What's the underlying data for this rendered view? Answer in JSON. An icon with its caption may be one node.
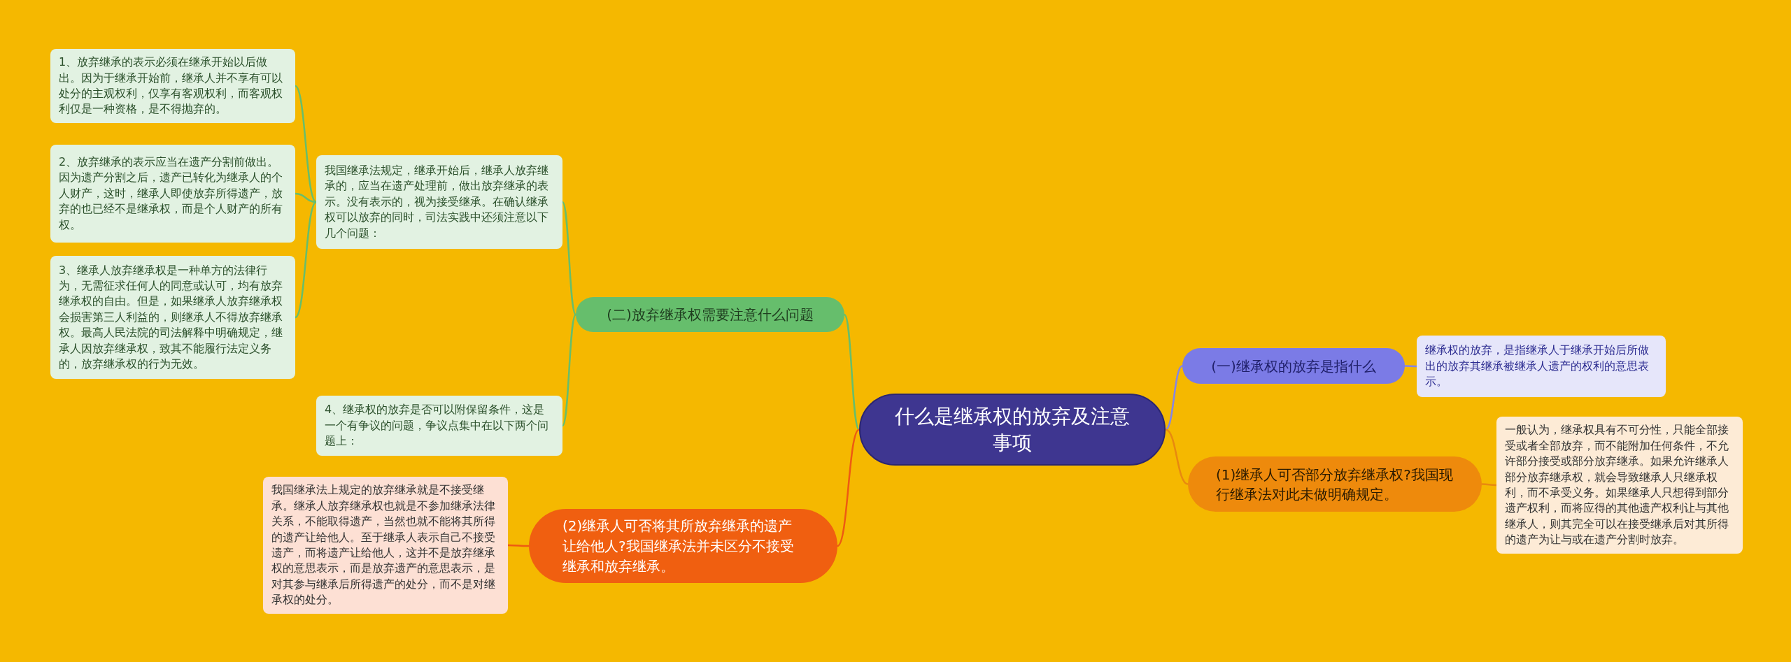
{
  "diagram": {
    "nodes": [
      {
        "text": [
          "什么是继承权的放弃及注意事项"
        ]
      },
      {
        "text": [
          "(一)继承权的放弃是指什么"
        ]
      },
      {
        "text": [
          "继承权的放弃，是指继承人于继承开始后所做出的放弃其继承被继承人遗产的权利的意思表示。"
        ]
      },
      {
        "text": [
          "(1)继承人可否部分放弃继承权?我国现行继承法对此未做明确规定。"
        ]
      },
      {
        "text": [
          "一般认为，继承权具有不可分性，只能全部接受或者全部放弃，而不能附加任何条件，不允许部分接受或部分放弃继承。如果允许继承人部分放弃继承权，就会导致继承人只继承权利，而不承受义务。如果继承人只想得到部分遗产权利，而将应得的其他遗产权利让与其他继承人，则其完全可以在接受继承后对其所得的遗产为让与或在遗产分割时放弃。"
        ]
      },
      {
        "text": [
          "(二)放弃继承权需要注意什么问题"
        ]
      },
      {
        "text": [
          "我国继承法规定，继承开始后，继承人放弃继承的，应当在遗产处理前，做出放弃继承的表示。没有表示的，视为接受继承。在确认继承权可以放弃的同时，司法实践中还须注意以下几个问题："
        ]
      },
      {
        "text": [
          "1、放弃继承的表示必须在继承开始以后做出。因为于继承开始前，继承人并不享有可以处分的主观权利，仅享有客观权利，而客观权利仅是一种资格，是不得抛弃的。"
        ]
      },
      {
        "text": [
          "2、放弃继承的表示应当在遗产分割前做出。因为遗产分割之后，遗产已转化为继承人的个人财产，这时，继承人即使放弃所得遗产，放弃的也已经不是继承权，而是个人财产的所有权。"
        ]
      },
      {
        "text": [
          "3、继承人放弃继承权是一种单方的法律行为，无需征求任何人的同意或认可，均有放弃继承权的自由。但是，如果继承人放弃继承权会损害第三人利益的，则继承人不得放弃继承权。最高人民法院的司法解释中明确规定，继承人因放弃继承权，致其不能履行法定义务的，放弃继承权的行为无效。"
        ]
      },
      {
        "text": [
          "4、继承权的放弃是否可以附保留条件，这是一个有争议的问题，争议点集中在以下两个问题上："
        ]
      },
      {
        "text": [
          "(2)继承人可否将其所放弃继承的遗产让给他人?我国继承法并未区分不接受继承和放弃继承。"
        ]
      },
      {
        "text": [
          "我国继承法上规定的放弃继承就是不接受继承。继承人放弃继承权也就是不参加继承法律关系，不能取得遗产，当然也就不能将其所得的遗产让给他人。至于继承人表示自己不接受遗产，而将遗产让给他人，这并不是放弃继承权的意思表示，而是放弃遗产的意思表示，是对其参与继承后所得遗产的处分，而不是对继承权的处分。"
        ]
      }
    ],
    "edges": [
      {
        "from": 0,
        "to": 1,
        "arrow": "none",
        "color": "#8585e6"
      },
      {
        "from": 1,
        "to": 2,
        "arrow": "none",
        "color": "#8585e6"
      },
      {
        "from": 0,
        "to": 3,
        "arrow": "none",
        "color": "#e8890f"
      },
      {
        "from": 3,
        "to": 4,
        "arrow": "none",
        "color": "#e8890f"
      },
      {
        "from": 0,
        "to": 5,
        "arrow": "none"
      },
      {
        "from": 5,
        "to": 6,
        "arrow": "none"
      },
      {
        "from": 5,
        "to": 10,
        "arrow": "none"
      },
      {
        "from": 6,
        "to": 7,
        "arrow": "none"
      },
      {
        "from": 6,
        "to": 8,
        "arrow": "none"
      },
      {
        "from": 6,
        "to": 9,
        "arrow": "none"
      },
      {
        "from": 0,
        "to": 11,
        "arrow": "none",
        "color": "#ee5a12"
      },
      {
        "from": 11,
        "to": 12,
        "arrow": "none",
        "color": "#ee5a12"
      }
    ]
  }
}
